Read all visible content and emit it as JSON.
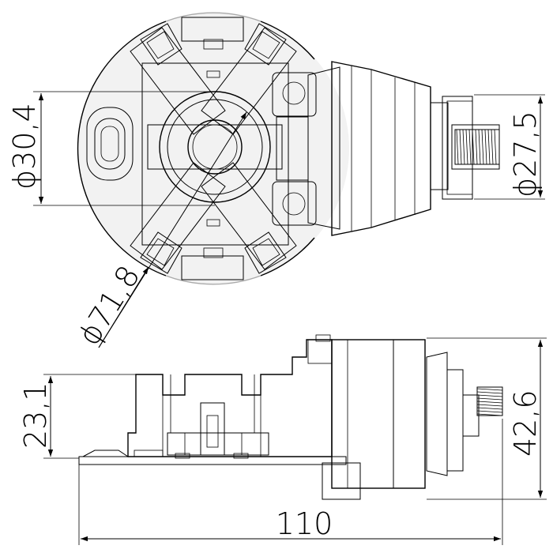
{
  "dimensions": {
    "top_diameter": "ϕ30,4",
    "outer_diameter": "ϕ71,8",
    "thread_diameter": "ϕ27,5",
    "side_height_left": "23,1",
    "side_height_right": "42,6",
    "overall_length": "110"
  },
  "colors": {
    "line": "#000000",
    "body_fill": "#f2f2f2",
    "gray_arc": "#aaaaaa",
    "background": "#ffffff"
  }
}
